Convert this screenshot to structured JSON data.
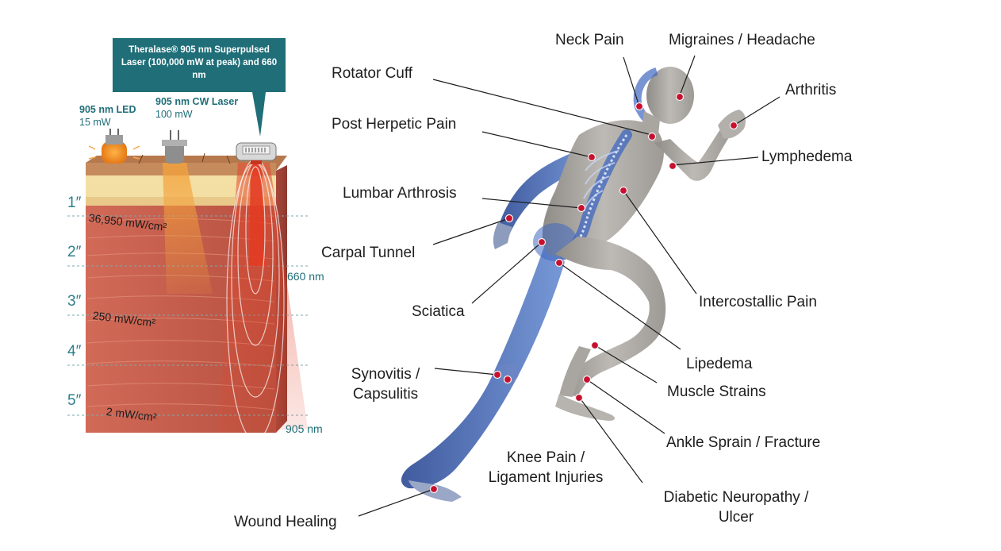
{
  "callout": {
    "text": "Theralase® 905 nm Superpulsed Laser (100,000 mW at peak) and 660 nm",
    "color": "#1f6e78"
  },
  "devices": [
    {
      "name": "905 nm LED",
      "power": "15 mW"
    },
    {
      "name": "905 nm CW Laser",
      "power": "100 mW"
    }
  ],
  "depths": [
    "1″",
    "2″",
    "3″",
    "4″",
    "5″"
  ],
  "densities": [
    "36,950 mW/cm²",
    "250 mW/cm²",
    "2 mW/cm²"
  ],
  "wavelengths": [
    "660 nm",
    "905 nm"
  ],
  "conditions": {
    "neck_pain": "Neck Pain",
    "migraines": "Migraines / Headache",
    "rotator_cuff": "Rotator Cuff",
    "arthritis": "Arthritis",
    "post_herpetic": "Post Herpetic Pain",
    "lymphedema": "Lymphedema",
    "lumbar_arthrosis": "Lumbar Arthrosis",
    "carpal_tunnel": "Carpal Tunnel",
    "intercostallic": "Intercostallic Pain",
    "sciatica": "Sciatica",
    "lipedema": "Lipedema",
    "synovitis_1": "Synovitis /",
    "synovitis_2": "Capsulitis",
    "muscle_strains": "Muscle Strains",
    "ankle_sprain": "Ankle Sprain / Fracture",
    "knee_pain_1": "Knee Pain /",
    "knee_pain_2": "Ligament Injuries",
    "diabetic_1": "Diabetic Neuropathy /",
    "diabetic_2": "Ulcer",
    "wound_healing": "Wound Healing"
  },
  "colors": {
    "marker": "#c8102e",
    "teal": "#1f6e78",
    "skin": "#c58b5c",
    "fat": "#f3dfa3",
    "muscle": "#c9604f",
    "body": "#a6a39f",
    "skeleton_glow": "#3a5fae"
  }
}
